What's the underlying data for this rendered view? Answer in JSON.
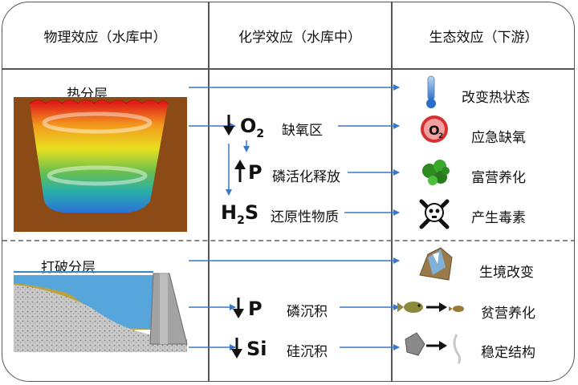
{
  "headers": {
    "physical": "物理效应（水库中）",
    "chemical": "化学效应（水库中）",
    "ecological": "生态效应（下游）"
  },
  "physical": {
    "stratification_label": "热分层",
    "break_label": "打破分层"
  },
  "chemical": {
    "o2_symbol": "O",
    "o2_sub": "2",
    "o2_label": "缺氧区",
    "p_symbol": "P",
    "p_release_label": "磷活化释放",
    "h2s_h": "H",
    "h2s_sub": "2",
    "h2s_s": "S",
    "h2s_label": "还原性物质",
    "p_sink_label": "磷沉积",
    "si_symbol": "Si",
    "si_sink_label": "硅沉积"
  },
  "ecological": {
    "temp_state": "改变热状态",
    "hypoxia": "应急缺氧",
    "eutrophication": "富营养化",
    "toxins": "产生毒素",
    "habitat_change": "生境改变",
    "oligotrophication": "贫营养化",
    "stable_structure": "稳定结构"
  },
  "icons": {
    "o2_badge_text": "O",
    "o2_badge_sub": "2"
  },
  "colors": {
    "arrow": "#3a78c4",
    "border": "#555555",
    "soil": "#8b4a16",
    "water": "#56a6dc"
  }
}
